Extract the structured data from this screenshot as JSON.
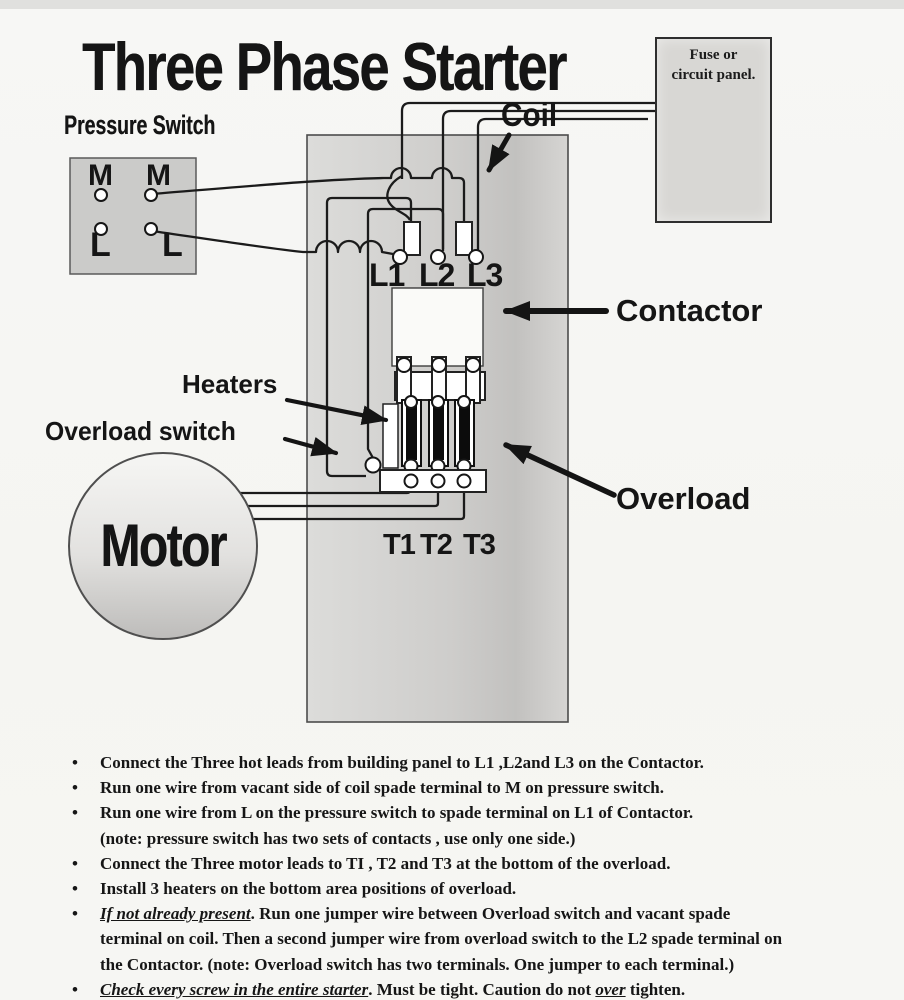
{
  "title": "Three Phase Starter",
  "fuse_panel": {
    "label": "Fuse or circuit panel."
  },
  "pressure_switch": {
    "label": "Pressure Switch",
    "terminals": {
      "top_left": "M",
      "top_right": "M",
      "bottom_left": "L",
      "bottom_right": "L"
    }
  },
  "coil": {
    "label": "Coil"
  },
  "contactor": {
    "label": "Contactor",
    "terminals": [
      "L1",
      "L2",
      "L3"
    ]
  },
  "heaters": {
    "label": "Heaters"
  },
  "overload_switch": {
    "label": "Overload switch"
  },
  "overload": {
    "label": "Overload",
    "terminals": [
      "T1",
      "T2",
      "T3"
    ]
  },
  "motor": {
    "label": "Motor"
  },
  "colors": {
    "ink": "#1b1b1b",
    "box_fill": "#d2d2d0",
    "panel_fill": "#d8d7d4",
    "paper": "#f6f6f4"
  },
  "instructions": {
    "i1": "Connect the Three hot leads from building panel to L1 ,L2and L3 on the Contactor.",
    "i2": "Run one wire from vacant side of coil  spade terminal  to M  on pressure switch.",
    "i3_line1": "Run one wire from L on the pressure switch to spade terminal on L1 of Contactor.",
    "i3_line2": "(note: pressure switch has two sets of contacts , use only one side.)",
    "i4": "Connect the Three motor leads to TI , T2 and T3 at the bottom of the overload.",
    "i5": "Install 3 heaters on the bottom area positions of overload.",
    "i6_lead": "If not already present",
    "i6_line1_rest": ". Run one jumper wire between Overload switch and  vacant spade",
    "i6_line2": "terminal on coil. Then a second jumper wire from overload switch to the L2 spade terminal on",
    "i6_line3": "the Contactor. (note: Overload switch has two terminals. One jumper to each terminal.)",
    "i7_lead": "Check every screw in the entire starter",
    "i7_mid": ". Must be tight. Caution do not ",
    "i7_over": "over",
    "i7_tail": " tighten."
  }
}
